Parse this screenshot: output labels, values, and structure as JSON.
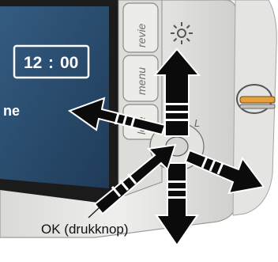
{
  "screen": {
    "time_hours": "12",
    "time_separator": ":",
    "time_minutes": "00",
    "partial_word": "ne"
  },
  "side_buttons": {
    "review_label": "revie",
    "menu_label": "menu",
    "delete_label": "lete",
    "partial_glyph": "L"
  },
  "callout": {
    "label": "OK (drukknop)"
  },
  "icons": [
    "brightness-icon",
    "arrow-up-icon",
    "arrow-left-icon",
    "arrow-right-icon",
    "arrow-down-icon",
    "ok-pointer-arrow-icon"
  ],
  "colors": {
    "lcd_blue": "#2c4f72",
    "camera_body": "#e6e6e4",
    "ring_orange": "#e8a13a",
    "arrow_black": "#0b0b0b"
  }
}
